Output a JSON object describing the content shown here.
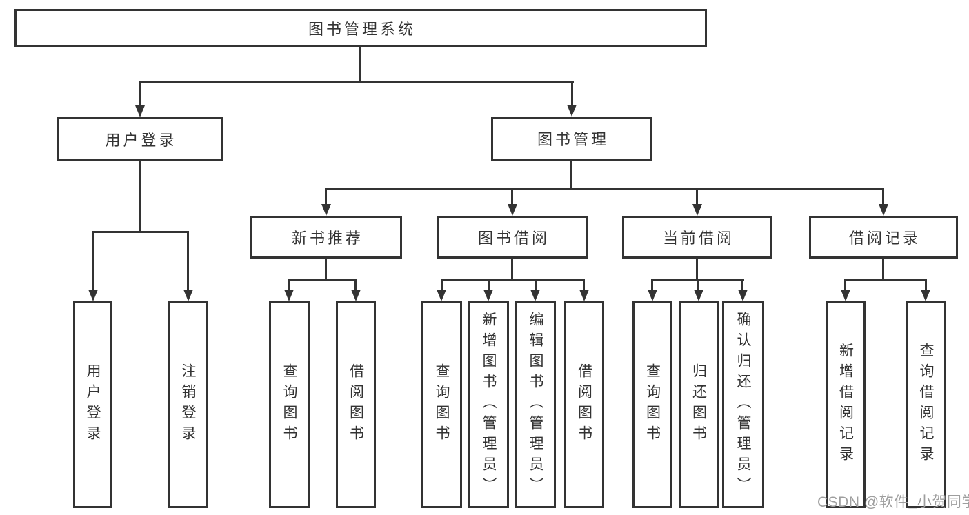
{
  "colors": {
    "line": "#333333",
    "text": "#333333",
    "background": "#ffffff",
    "watermark": "#9e9e9e"
  },
  "watermark": {
    "text": "CSDN @软件_小贺同学"
  },
  "tree": {
    "root": {
      "label": "图书管理系统"
    },
    "branches": [
      {
        "label": "用户登录",
        "children": [
          {
            "label": "用户登录"
          },
          {
            "label": "注销登录"
          }
        ]
      },
      {
        "label": "图书管理",
        "children": [
          {
            "label": "新书推荐",
            "children": [
              {
                "label": "查询图书"
              },
              {
                "label": "借阅图书"
              }
            ]
          },
          {
            "label": "图书借阅",
            "children": [
              {
                "label": "查询图书"
              },
              {
                "label": "新增图书（管理员）"
              },
              {
                "label": "编辑图书（管理员）"
              },
              {
                "label": "借阅图书"
              }
            ]
          },
          {
            "label": "当前借阅",
            "children": [
              {
                "label": "查询图书"
              },
              {
                "label": "归还图书"
              },
              {
                "label": "确认归还（管理员）"
              }
            ]
          },
          {
            "label": "借阅记录",
            "children": [
              {
                "label": "新增借阅记录"
              },
              {
                "label": "查询借阅记录"
              }
            ]
          }
        ]
      }
    ]
  }
}
